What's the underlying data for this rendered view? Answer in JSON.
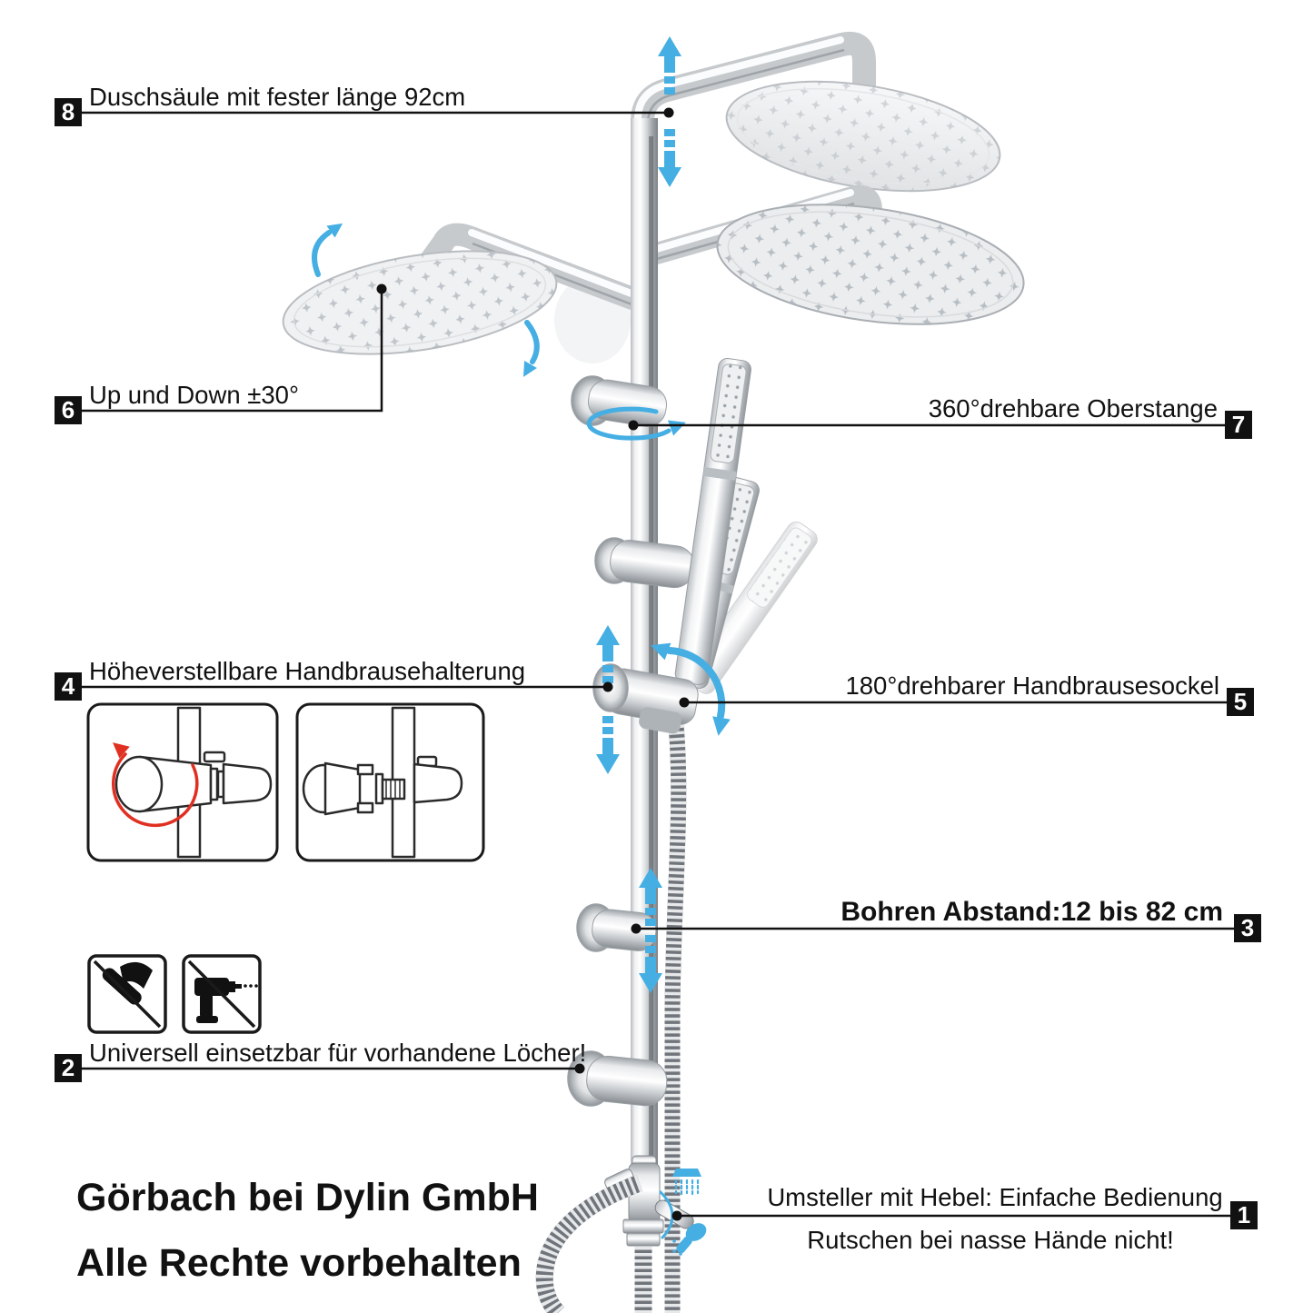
{
  "colors": {
    "accent_blue": "#45AEE3",
    "warning_red": "#E03022",
    "ink": "#111111"
  },
  "callouts": {
    "c1": {
      "num": "1",
      "line1": "Umsteller mit Hebel: Einfache Bedienung",
      "line2": "Rutschen bei nasse Hände nicht!"
    },
    "c2": {
      "num": "2",
      "text": "Universell einsetzbar für vorhandene Löcher!"
    },
    "c3": {
      "num": "3",
      "text": "Bohren Abstand:12 bis 82 cm"
    },
    "c4": {
      "num": "4",
      "text": "Höheverstellbare Handbrausehalterung"
    },
    "c5": {
      "num": "5",
      "text": "180°drehbarer Handbrausesockel"
    },
    "c6": {
      "num": "6",
      "text": "Up und Down ±30°"
    },
    "c7": {
      "num": "7",
      "text": "360°drehbare Oberstange"
    },
    "c8": {
      "num": "8",
      "text": "Duschsäule mit fester länge 92cm"
    }
  },
  "icons": {
    "up_down_arrow": "up-down-arrow-icon",
    "rotate_360": "rotate-360-icon",
    "no_hammer": "no-hammer-icon",
    "no_drill": "no-drill-icon",
    "rain_mode": "rain-shower-icon",
    "hand_mode": "hand-shower-icon"
  },
  "footer": {
    "line1": "Görbach bei Dylin GmbH",
    "line2": "Alle Rechte vorbehalten"
  }
}
